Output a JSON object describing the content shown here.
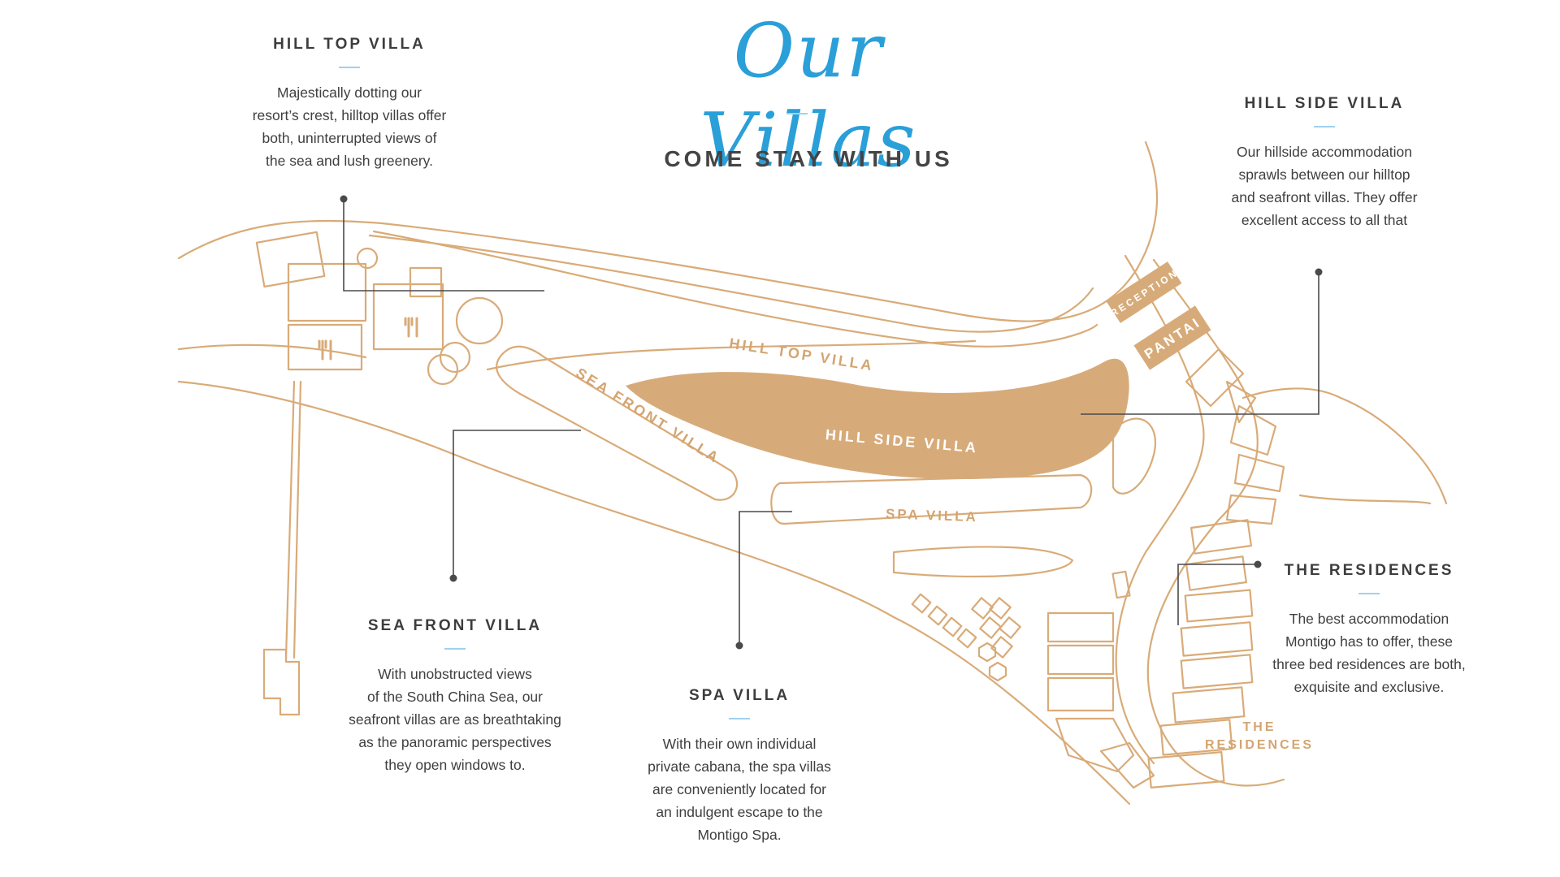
{
  "header": {
    "script_title": "Our Villas",
    "subtitle": "COME STAY WITH US"
  },
  "callouts": [
    {
      "title": "HILL TOP VILLA",
      "body": [
        "Majestically dotting our",
        "resort’s crest, hilltop villas offer",
        "both, uninterrupted views of",
        "the sea and lush greenery."
      ]
    },
    {
      "title": "HILL SIDE VILLA",
      "body": [
        "Our hillside accommodation",
        "sprawls between our hilltop",
        "and seafront villas. They offer",
        "excellent access to all that"
      ]
    },
    {
      "title": "SEA FRONT VILLA",
      "body": [
        "With unobstructed views",
        "of the South China Sea, our",
        "seafront villas are as breathtaking",
        "as the panoramic perspectives",
        "they open windows to."
      ]
    },
    {
      "title": "SPA VILLA",
      "body": [
        "With their own individual",
        "private cabana, the spa villas",
        "are conveniently located for",
        "an indulgent escape to the",
        "Montigo Spa."
      ]
    },
    {
      "title": "THE RESIDENCES",
      "body": [
        "The best accommodation",
        "Montigo has to offer, these",
        "three bed residences are both,",
        "exquisite and exclusive."
      ]
    }
  ],
  "map_labels": {
    "hill_top": "HILL TOP VILLA",
    "hill_side": "HILL SIDE VILLA",
    "sea_front": "SEA FRONT VILLA",
    "spa": "SPA VILLA",
    "reception": "RECEPTION",
    "pantai": "PANTAI",
    "residences_1": "THE",
    "residences_2": "RESIDENCES"
  },
  "icons": {
    "restaurant_1": "cutlery-icon",
    "restaurant_2": "cutlery-icon"
  },
  "colors": {
    "map_line": "#d9ab78",
    "highlight_fill": "#d7ab79",
    "script_title": "#2a9fd8",
    "accent_rule": "#9ed2ee",
    "pointer": "#4a4a4a"
  }
}
